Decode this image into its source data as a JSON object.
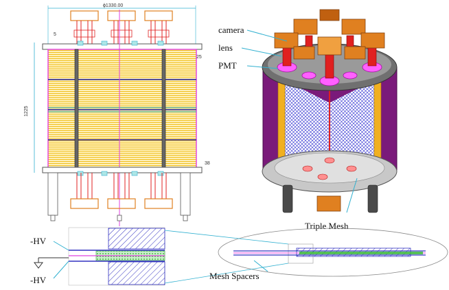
{
  "drawing": {
    "diameter_label": "ϕ1330.00",
    "dim_5": "5",
    "dim_25": "25",
    "dim_38": "38",
    "dim_height": "1225"
  },
  "render": {
    "camera_label": "camera",
    "lens_label": "lens",
    "pmt_label": "PMT",
    "triple_mesh_label": "Triple Mesh"
  },
  "mesh_detail": {
    "hv_top": "-HV",
    "hv_bottom": "-HV",
    "spacers_label": "Mesh Spacers"
  },
  "colors": {
    "outline": "#e040e0",
    "field_cage": "#f0c020",
    "camera_box": "#e08020",
    "lens_red": "#e02020",
    "hatch_blue": "#3030c0",
    "vessel_purple": "#7a1a7a",
    "callout_cyan": "#30b0d0"
  }
}
